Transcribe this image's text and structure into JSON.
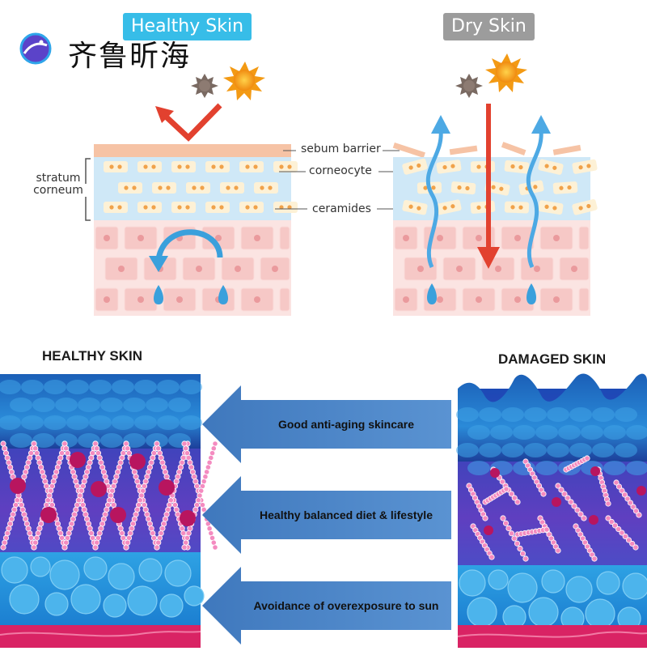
{
  "brand": {
    "logo_text": "齐鲁昕海"
  },
  "top": {
    "healthy_title": "Healthy Skin",
    "dry_title": "Dry Skin",
    "labels": {
      "sebum": "sebum barrier",
      "corneocyte": "corneocyte",
      "ceramides": "ceramides",
      "stratum_line1": "stratum",
      "stratum_line2": "corneum"
    }
  },
  "bottom": {
    "healthy_header": "HEALTHY SKIN",
    "damaged_header": "DAMAGED SKIN",
    "arrows": [
      "Good anti-aging skincare",
      "Healthy balanced diet & lifestyle",
      "Avoidance of overexposure to sun"
    ]
  },
  "colors": {
    "healthy_accent": "#37bde8",
    "dry_accent": "#9c9c9c",
    "water": "#3aa0dc",
    "reflect_arrow": "#e2412f",
    "collagen": "#d6246f",
    "arrow_fill": "#4f86c6"
  }
}
